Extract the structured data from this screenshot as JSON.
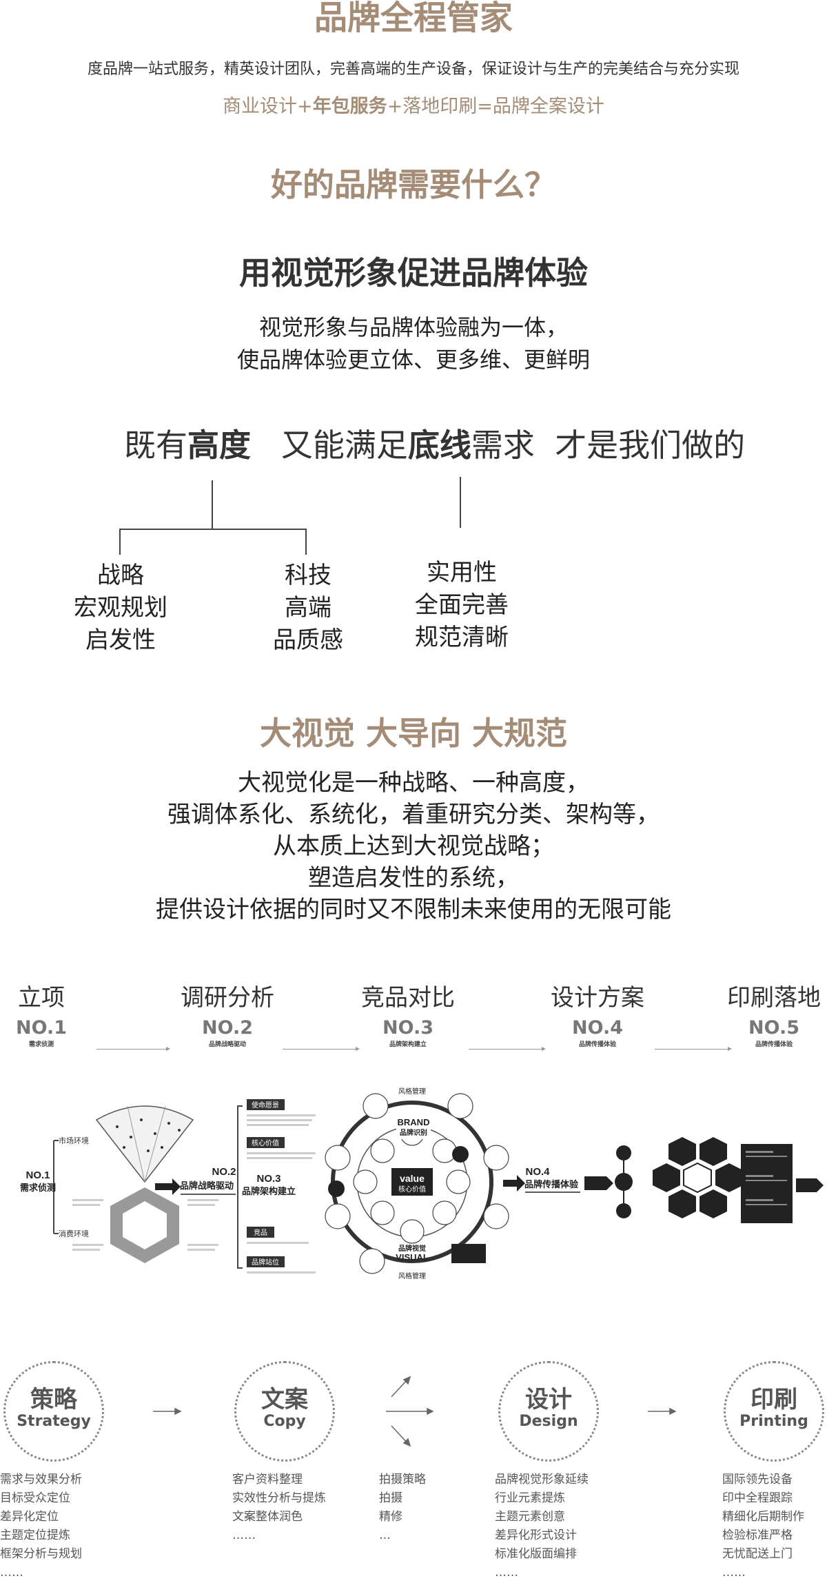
{
  "header": {
    "title": "品牌全程管家",
    "subtitle": "度品牌一站式服务，精英设计团队，完善高端的生产设备，保证设计与生产的完美结合与充分实现",
    "formula_a": "商业设计+",
    "formula_b": "年包服务",
    "formula_c": "+落地印刷=品牌全案设计"
  },
  "question": "好的品牌需要什么？",
  "section1": {
    "title": "用视觉形象促进品牌体验",
    "line1": "视觉形象与品牌体验融为一体，",
    "line2": "使品牌体验更立体、更多维、更鲜明"
  },
  "statement": {
    "p1": "既有",
    "b1": "高度",
    "p2": "   又能满足",
    "b2": "底线",
    "p3": "需求  才是我们做的"
  },
  "tree": {
    "col1": [
      "战略",
      "宏观规划",
      "启发性"
    ],
    "col2": [
      "科技",
      "高端",
      "品质感"
    ],
    "col3": [
      "实用性",
      "全面完善",
      "规范清晰"
    ]
  },
  "section2": {
    "title": "大视觉 大导向 大规范",
    "lines": [
      "大视觉化是一种战略、一种高度，",
      "强调体系化、系统化，着重研究分类、架构等，",
      "从本质上达到大视觉战略；",
      "塑造启发性的系统，",
      "提供设计依据的同时又不限制未来使用的无限可能"
    ]
  },
  "steps": [
    {
      "label": "立项",
      "no": "NO.1",
      "sub": "需求侦测"
    },
    {
      "label": "调研分析",
      "no": "NO.2",
      "sub": "品牌战略驱动"
    },
    {
      "label": "竞品对比",
      "no": "NO.3",
      "sub": "品牌架构建立"
    },
    {
      "label": "设计方案",
      "no": "NO.4",
      "sub": "品牌传播体验"
    },
    {
      "label": "印刷落地",
      "no": "NO.5",
      "sub": "品牌传播体验"
    }
  ],
  "diagram": {
    "no1": "NO.1",
    "no1_sub": "需求侦测",
    "market": "市场环境",
    "consume": "消费环境",
    "no2": "NO.2",
    "no2_sub": "品牌战略驱动",
    "no3": "NO.3",
    "no3_sub": "品牌架构建立",
    "mission": "使命愿景",
    "core_value": "核心价值",
    "competitor": "竞品",
    "positioning": "品牌站位",
    "brand_mgmt": "风格管理",
    "brand": "BRAND",
    "brand_zh": "品牌识别",
    "value": "value",
    "value_zh": "核心价值",
    "visual": "VISUAL",
    "visual_zh": "品牌视觉",
    "no4": "NO.4",
    "no4_sub": "品牌传播体验"
  },
  "services": [
    {
      "zh": "策略",
      "en": "Strategy",
      "items": [
        "需求与效果分析",
        "目标受众定位",
        "差异化定位",
        "主题定位提炼",
        "框架分析与规划",
        "……"
      ]
    },
    {
      "zh": "文案",
      "en": "Copy",
      "items": [
        "客户资料整理",
        "实效性分析与提炼",
        "文案整体润色",
        "……"
      ]
    },
    {
      "zh": "",
      "en": "",
      "items": [
        "拍摄策略",
        "拍摄",
        "精修",
        "…"
      ]
    },
    {
      "zh": "设计",
      "en": "Design",
      "items": [
        "品牌视觉形象延续",
        "行业元素提炼",
        "主题元素创意",
        "差异化形式设计",
        "标准化版面编排",
        "……"
      ]
    },
    {
      "zh": "印刷",
      "en": "Printing",
      "items": [
        "国际领先设备",
        "印中全程跟踪",
        "精细化后期制作",
        "检验标准严格",
        "无忧配送上门",
        "……"
      ]
    }
  ],
  "colors": {
    "accent": "#a58c77",
    "text": "#333333"
  }
}
